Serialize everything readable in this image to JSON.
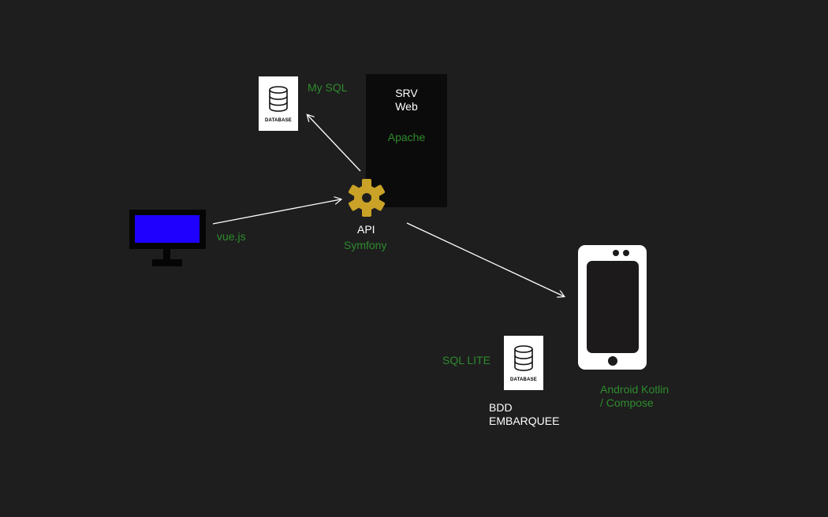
{
  "server": {
    "title_line1": "SRV",
    "title_line2": "Web",
    "software": "Apache"
  },
  "mysql": {
    "label": "My SQL",
    "icon_caption": "DATABASE",
    "icon": "database-icon"
  },
  "api": {
    "label": "API",
    "framework": "Symfony",
    "icon": "gear-icon"
  },
  "frontend": {
    "label": "vue.js",
    "icon": "monitor-icon",
    "screen_color": "#1f00ff"
  },
  "mobile": {
    "label_line1": "Android Kotlin",
    "label_line2": "/ Compose",
    "icon": "smartphone-icon"
  },
  "sqlite": {
    "label": "SQL LITE",
    "icon_caption": "DATABASE",
    "icon": "database-icon"
  },
  "embedded_db": {
    "line1": "BDD",
    "line2": "EMBARQUEE"
  },
  "colors": {
    "background": "#1e1e1e",
    "label_green": "#2e8b2e",
    "gear": "#c9a227",
    "server": "#0c0b0b"
  }
}
